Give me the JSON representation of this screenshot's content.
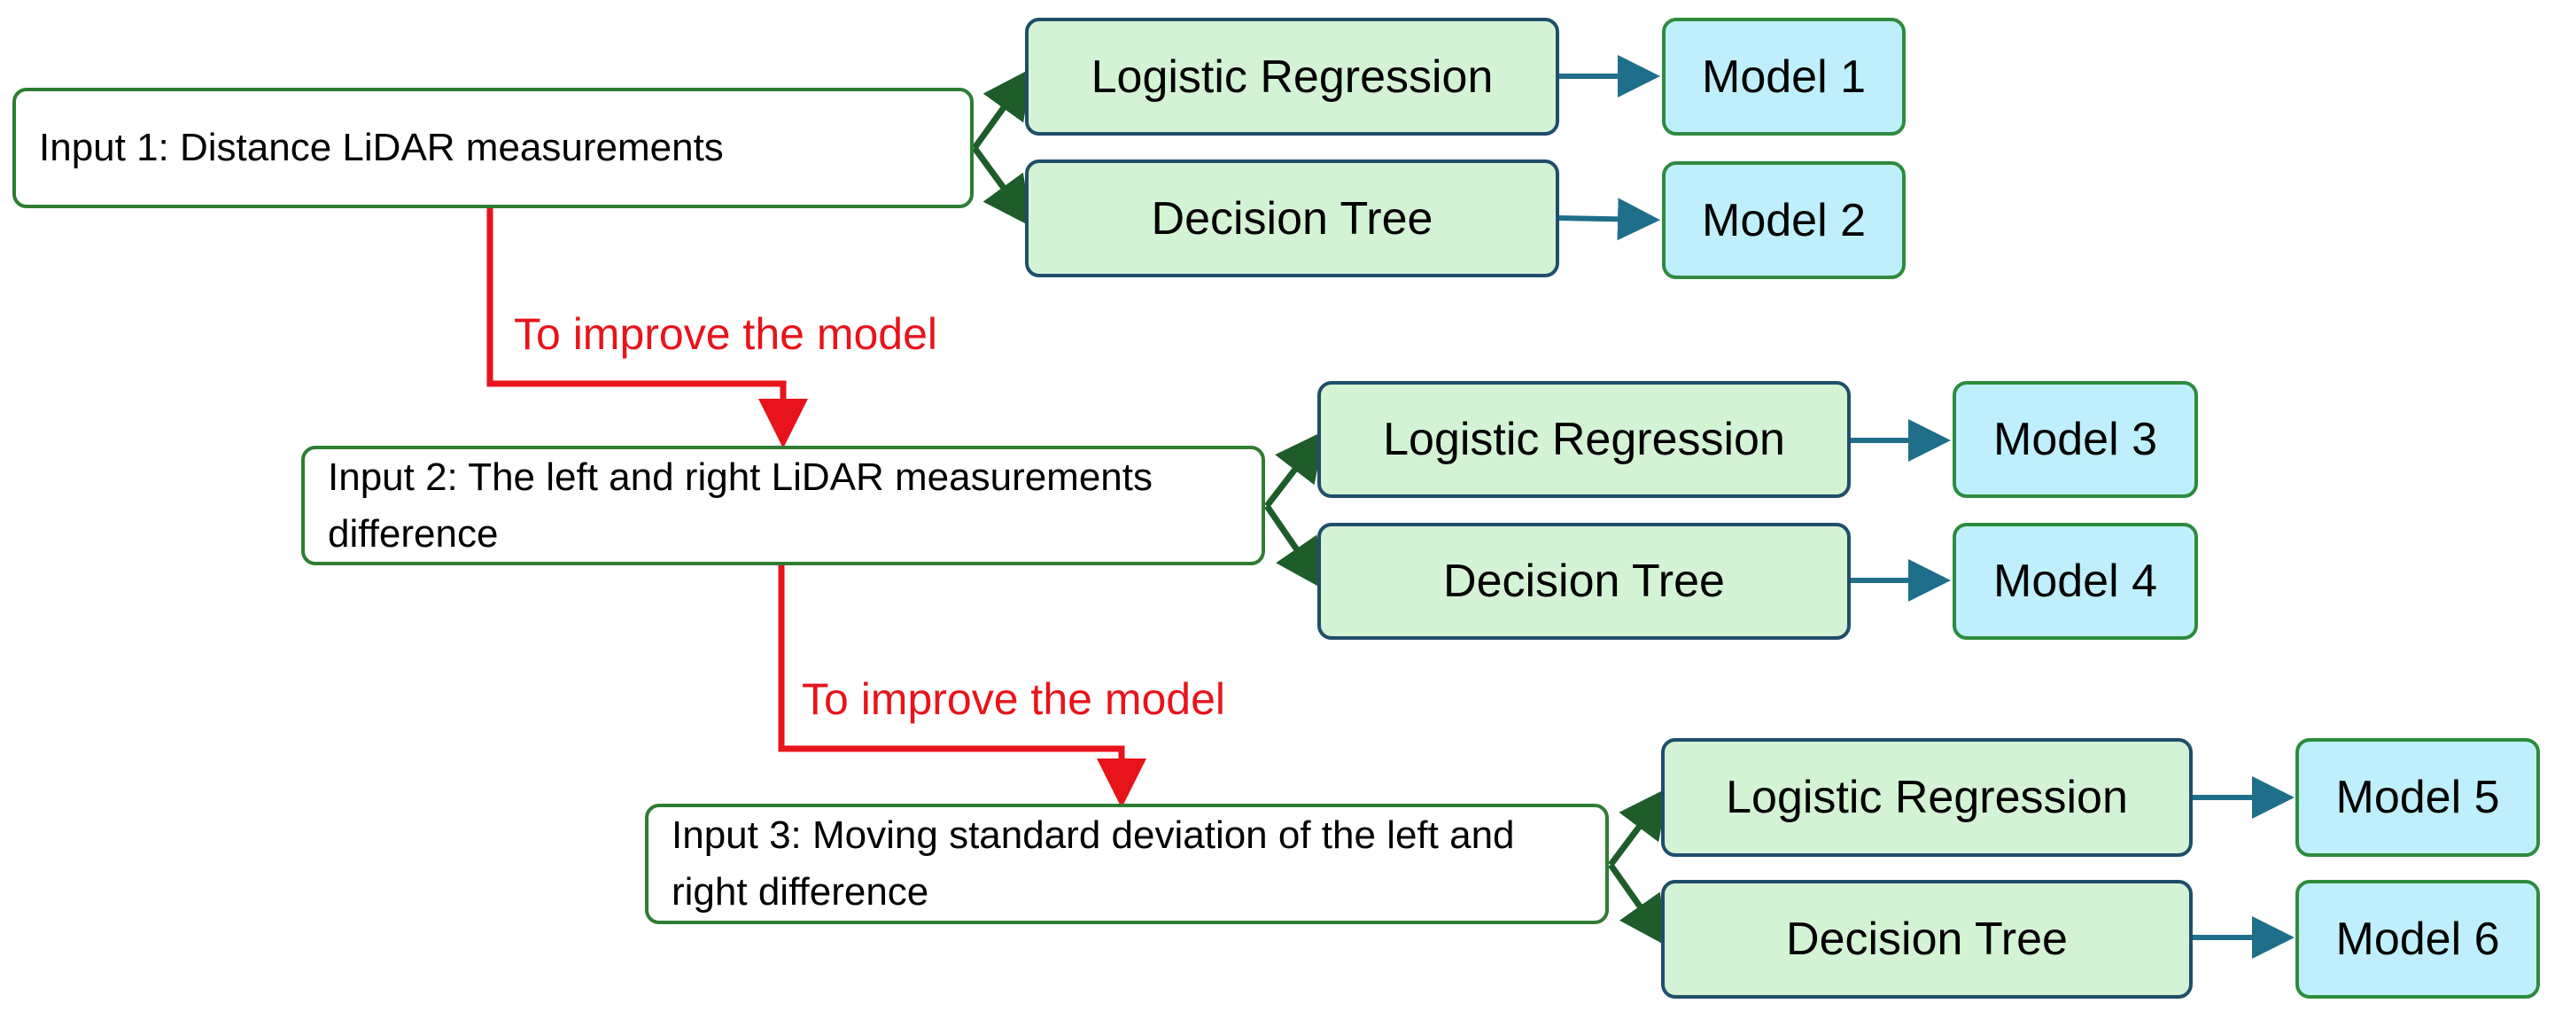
{
  "colors": {
    "input_border": "#2e7d32",
    "branch_arrow": "#1e5c2a",
    "method_fill": "#d4f2d4",
    "method_border": "#1f4e6b",
    "model_fill": "#bfeffc",
    "model_border": "#2e8b3e",
    "result_arrow": "#1f6f8b",
    "improve_arrow": "#e8141b"
  },
  "inputs": [
    {
      "label": "Input 1: Distance LiDAR measurements"
    },
    {
      "label": "Input 2: The left and right LiDAR measurements difference"
    },
    {
      "label": "Input 3: Moving standard deviation of the left and right difference"
    }
  ],
  "methods": [
    {
      "label": "Logistic Regression"
    },
    {
      "label": "Decision Tree"
    },
    {
      "label": "Logistic Regression"
    },
    {
      "label": "Decision Tree"
    },
    {
      "label": "Logistic Regression"
    },
    {
      "label": "Decision Tree"
    }
  ],
  "models": [
    {
      "label": "Model 1"
    },
    {
      "label": "Model 2"
    },
    {
      "label": "Model 3"
    },
    {
      "label": "Model 4"
    },
    {
      "label": "Model 5"
    },
    {
      "label": "Model 6"
    }
  ],
  "improve_steps": [
    {
      "label": "To improve the model"
    },
    {
      "label": "To improve the model"
    }
  ]
}
